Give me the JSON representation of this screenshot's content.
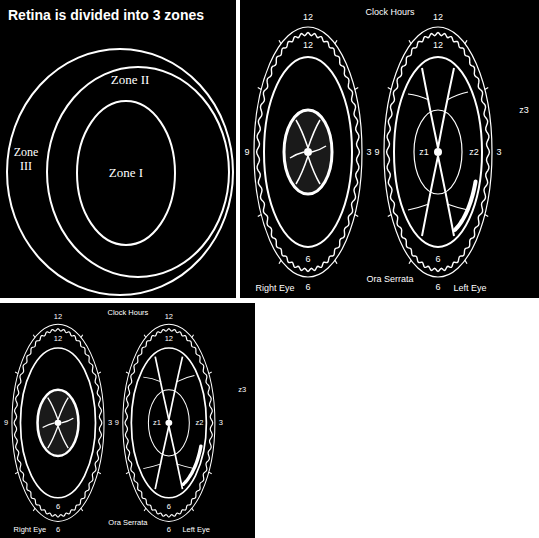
{
  "diagram": {
    "nodes": [
      {
        "text": [
          "Zone III"
        ]
      },
      {
        "text": [
          "Zone II"
        ],
        "in": 0
      },
      {
        "text": [
          "Zone I"
        ],
        "in": 1
      }
    ],
    "labels": [
      "Retina is divided into 3 zones",
      "Clock Hours",
      "12",
      "12",
      "12",
      "12",
      "9",
      "3",
      "9",
      "3",
      "z2",
      "z1",
      "z3",
      "6",
      "6",
      "Right Eye",
      "Ora Serrata",
      "6",
      "6",
      "Left Eye",
      "Clock Hours",
      "12",
      "12",
      "12",
      "12",
      "9",
      "3",
      "9",
      "3",
      "z2",
      "z1",
      "z3",
      "6",
      "6",
      "Right Eye",
      "Ora Serrata",
      "6",
      "6",
      "Left Eye"
    ]
  }
}
